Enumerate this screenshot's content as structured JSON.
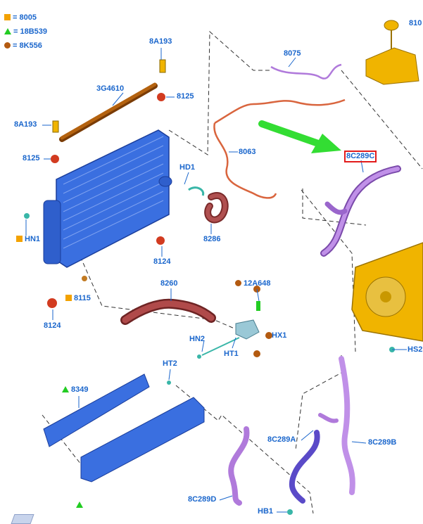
{
  "legend": [
    {
      "symbol": "square-orange",
      "code": "8005"
    },
    {
      "symbol": "triangle-green",
      "code": "18B539"
    },
    {
      "symbol": "circle-brown",
      "code": "8K556"
    }
  ],
  "labels": {
    "p8A193_top": "8A193",
    "p3G4610": "3G4610",
    "p8125_top": "8125",
    "p8A193_left": "8A193",
    "p8125_left": "8125",
    "p8063": "8063",
    "p8075": "8075",
    "p8100": "810",
    "p8C289C": "8C289C",
    "pHD1": "HD1",
    "p8286": "8286",
    "pHN1": "HN1",
    "p8124_mid": "8124",
    "p8260": "8260",
    "p12A648": "12A648",
    "p8115": "8115",
    "p8124_bot": "8124",
    "pHN2": "HN2",
    "pHT1": "HT1",
    "pHX1": "HX1",
    "pHS2": "HS2",
    "pHT2": "HT2",
    "p8349": "8349",
    "p8C289A": "8C289A",
    "p8C289B": "8C289B",
    "p8C289D": "8C289D",
    "pHB1": "HB1"
  },
  "highlight": {
    "label": "8C289C",
    "color": "#e21b1b",
    "arrow_color": "#33dd33"
  },
  "colors": {
    "label_blue": "#1a66cc",
    "radiator_blue": "#3a6fe0",
    "hose_maroon": "#a04848",
    "hose_purple": "#b07adb",
    "fan_yellow": "#f0b400",
    "rod_brown": "#a8560c"
  }
}
